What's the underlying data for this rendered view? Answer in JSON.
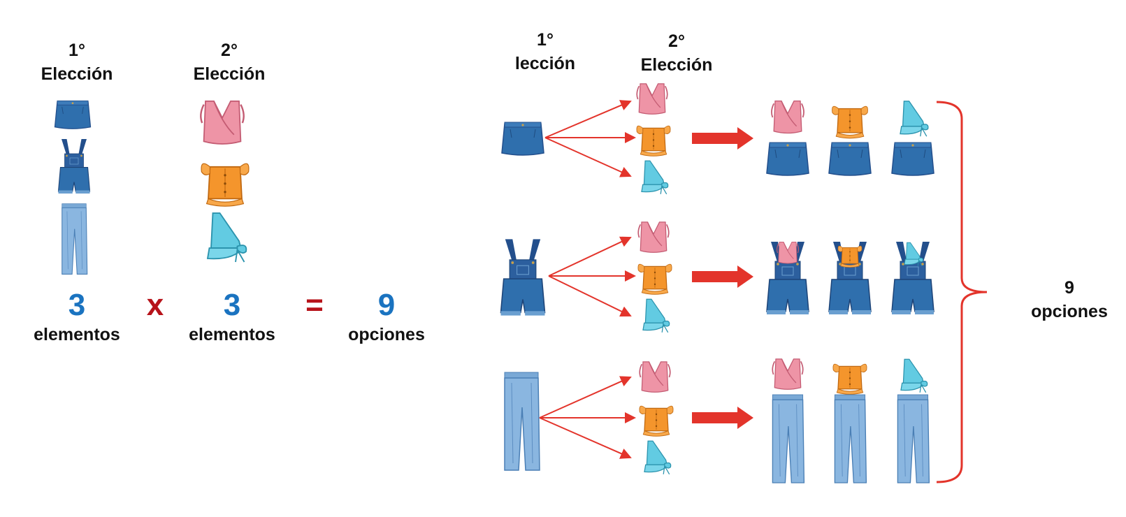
{
  "left_panel": {
    "first_choice_number": "1°",
    "first_choice_label": "Elección",
    "second_choice_number": "2°",
    "second_choice_label": "Elección",
    "eq_first_value": "3",
    "eq_first_unit": "elementos",
    "times_symbol": "x",
    "eq_second_value": "3",
    "eq_second_unit": "elementos",
    "equals_symbol": "=",
    "eq_result_value": "9",
    "eq_result_unit": "opciones"
  },
  "right_panel": {
    "first_choice_number": "1°",
    "first_choice_label": "lección",
    "second_choice_number": "2°",
    "second_choice_label": "Elección",
    "total_value": "9",
    "total_label": "opciones"
  },
  "items": {
    "bottoms": [
      "skirt-icon",
      "overalls-icon",
      "jeans-icon"
    ],
    "tops": [
      "pink-ruffle-top-icon",
      "orange-ruffle-top-icon",
      "blue-one-shoulder-top-icon"
    ]
  },
  "colors": {
    "denim": "#2f6fad",
    "denim_dark": "#234f8c",
    "denim_light": "#6a9fd0",
    "pink": "#e8899c",
    "orange": "#f0922a",
    "cyan": "#5cc8df",
    "arrow_red": "#e3342b",
    "number_blue": "#1a73c0",
    "operator_red": "#b7131a"
  }
}
